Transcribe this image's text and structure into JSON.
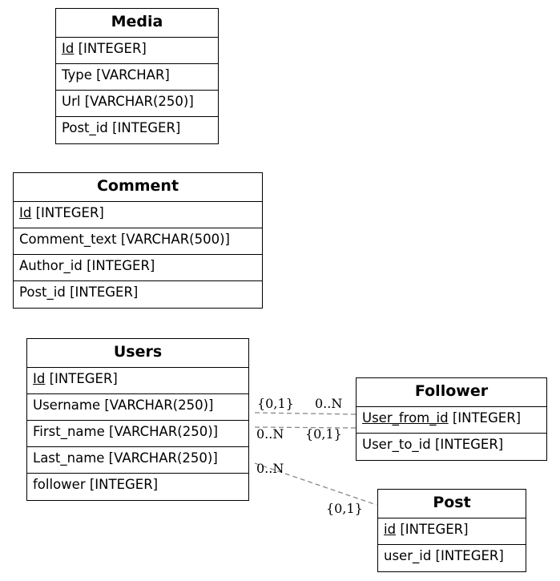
{
  "entities": {
    "media": {
      "name": "Media",
      "fields": [
        {
          "name": "Id",
          "type": "[INTEGER]",
          "pk": true
        },
        {
          "name": "Type",
          "type": "[VARCHAR]",
          "pk": false
        },
        {
          "name": "Url",
          "type": "[VARCHAR(250)]",
          "pk": false
        },
        {
          "name": "Post_id",
          "type": "[INTEGER]",
          "pk": false
        }
      ]
    },
    "comment": {
      "name": "Comment",
      "fields": [
        {
          "name": "Id",
          "type": "[INTEGER]",
          "pk": true
        },
        {
          "name": "Comment_text",
          "type": "[VARCHAR(500)]",
          "pk": false
        },
        {
          "name": "Author_id",
          "type": "[INTEGER]",
          "pk": false
        },
        {
          "name": "Post_id",
          "type": "[INTEGER]",
          "pk": false
        }
      ]
    },
    "users": {
      "name": "Users",
      "fields": [
        {
          "name": "Id",
          "type": "[INTEGER]",
          "pk": true
        },
        {
          "name": "Username",
          "type": "[VARCHAR(250)]",
          "pk": false
        },
        {
          "name": "First_name",
          "type": "[VARCHAR(250)]",
          "pk": false
        },
        {
          "name": "Last_name",
          "type": "[VARCHAR(250)]",
          "pk": false
        },
        {
          "name": "follower",
          "type": "[INTEGER]",
          "pk": false
        }
      ]
    },
    "follower": {
      "name": "Follower",
      "fields": [
        {
          "name": "User_from_id",
          "type": "[INTEGER]",
          "pk": true
        },
        {
          "name": "User_to_id",
          "type": "[INTEGER]",
          "pk": false
        }
      ]
    },
    "post": {
      "name": "Post",
      "fields": [
        {
          "name": "id",
          "type": "[INTEGER]",
          "pk": true
        },
        {
          "name": "user_id",
          "type": "[INTEGER]",
          "pk": false
        }
      ]
    }
  },
  "cardinalities": {
    "users_follower_1_users": "{0,1}",
    "users_follower_1_follower": "0..N",
    "users_follower_2_users": "0..N",
    "users_follower_2_follower": "{0,1}",
    "users_post_users": "0..N",
    "users_post_post": "{0,1}"
  },
  "colors": {
    "border": "#000000",
    "edge": "#888888",
    "background": "#ffffff"
  }
}
